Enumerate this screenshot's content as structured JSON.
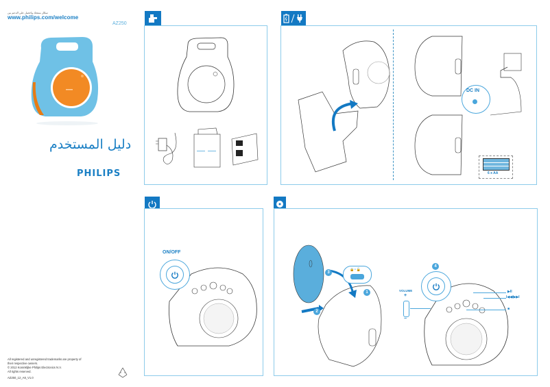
{
  "cover": {
    "arabic_tagline": "سجّل منتجك واحصل على الدعم من",
    "url": "www.philips.com/welcome",
    "model": "AZ250",
    "manual_title_ar": "دليل المستخدم",
    "brand": "PHILIPS",
    "legal": {
      "line1": "All registered and unregistered trademarks are property of",
      "line2": "their respective owners.",
      "line3": "© 2012 Koninklijke Philips Electronics N.V.",
      "line4": "All rights reserved.",
      "doc_code": "AZ250_12_A8_V1.0"
    },
    "recycle_icon": "recycle-icon"
  },
  "panels": {
    "box_contents": {
      "icon": "box-contents-icon",
      "items": [
        "speaker-unit",
        "ac-adapter",
        "user-manual",
        "safety-leaflet"
      ]
    },
    "power": {
      "icon": "battery-plug-icon",
      "label_dc_in": "DC IN",
      "label_batteries": "6 x AA"
    },
    "on_off": {
      "icon": "power-icon",
      "label": "ON/OFF"
    },
    "play_cd": {
      "icon": "cd-icon",
      "steps": [
        "1",
        "2",
        "3",
        "4"
      ],
      "label_volume": "VOLUME",
      "vol_plus": "+",
      "vol_minus": "−",
      "label_play_pause": "▶II",
      "label_skip": "I◀◀/▶▶I",
      "label_stop": "■"
    }
  },
  "colors": {
    "accent": "#1379c3",
    "panel_border": "#8ccbea",
    "speaker_blue": "#6fc1e6",
    "speaker_orange": "#f28a24"
  }
}
